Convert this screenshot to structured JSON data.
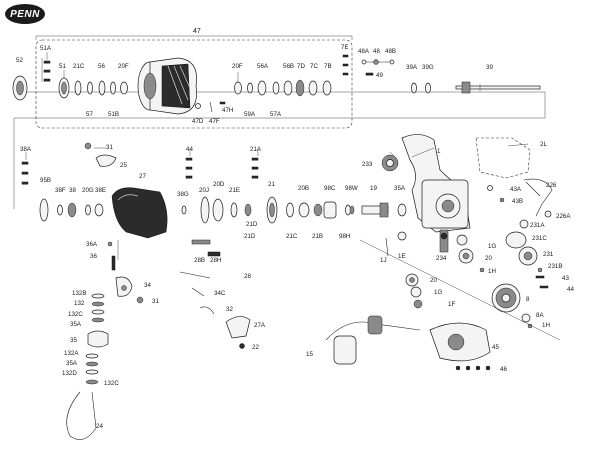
{
  "brand": "PENN",
  "labels": {
    "p47": "47",
    "p52": "52",
    "p51A": "51A",
    "p51": "51",
    "p21C_top": "21C",
    "p56": "56",
    "p20F_top": "20F",
    "p57": "57",
    "p51B": "51B",
    "p20F_mid": "20F",
    "p56A": "56A",
    "p56B": "56B",
    "p7D": "7D",
    "p7C": "7C",
    "p7B": "7B",
    "p7E": "7E",
    "p48A": "48A",
    "p48": "48",
    "p48B": "48B",
    "p49": "49",
    "p39A": "39A",
    "p39G": "39G",
    "p39": "39",
    "p47D": "47D",
    "p47H": "47H",
    "p47F": "47F",
    "p59A": "59A",
    "p57A": "57A",
    "p38A": "38A",
    "p31_top": "31",
    "p25": "25",
    "p95B": "95B",
    "p38F": "38F",
    "p38": "38",
    "p20G": "20G",
    "p38E": "38E",
    "p27": "27",
    "p44": "44",
    "p38G": "38G",
    "p20J": "20J",
    "p20D": "20D",
    "p21E": "21E",
    "p21A": "21A",
    "p21": "21",
    "p20B": "20B",
    "p98C": "98C",
    "p98W": "98W",
    "p19": "19",
    "p35A_top": "35A",
    "p233": "233",
    "p1": "1",
    "p2L": "2L",
    "p226": "226",
    "p43A": "43A",
    "p43B": "43B",
    "p226A": "226A",
    "p21D_a": "21D",
    "p21C_mid": "21C",
    "p21B": "21B",
    "p98H": "98H",
    "p231A": "231A",
    "p231C": "231C",
    "p231": "231",
    "p231B": "231B",
    "p43": "43",
    "p44_r": "44",
    "p1J": "1J",
    "p1E": "1E",
    "p234": "234",
    "p1G": "1G",
    "p20_a": "20",
    "p1H_a": "1H",
    "p36A": "36A",
    "p36": "36",
    "p28B": "28B",
    "p28H": "28H",
    "p28": "28",
    "p34": "34",
    "p34C": "34C",
    "p31_mid": "31",
    "p132B_a": "132B",
    "p132": "132",
    "p132C_a": "132C",
    "p35A_mid": "35A",
    "p32": "32",
    "p27A": "27A",
    "p22": "22",
    "p35": "35",
    "p132A": "132A",
    "p35A_low": "35A",
    "p132D": "132D",
    "p132C_b": "132C",
    "p20_b": "20",
    "p1G_b": "1G",
    "p1F": "1F",
    "p8": "8",
    "p8A": "8A",
    "p1H_b": "1H",
    "p15": "15",
    "p45": "45",
    "p46": "46",
    "p24": "24",
    "p21D_b": "21D"
  }
}
